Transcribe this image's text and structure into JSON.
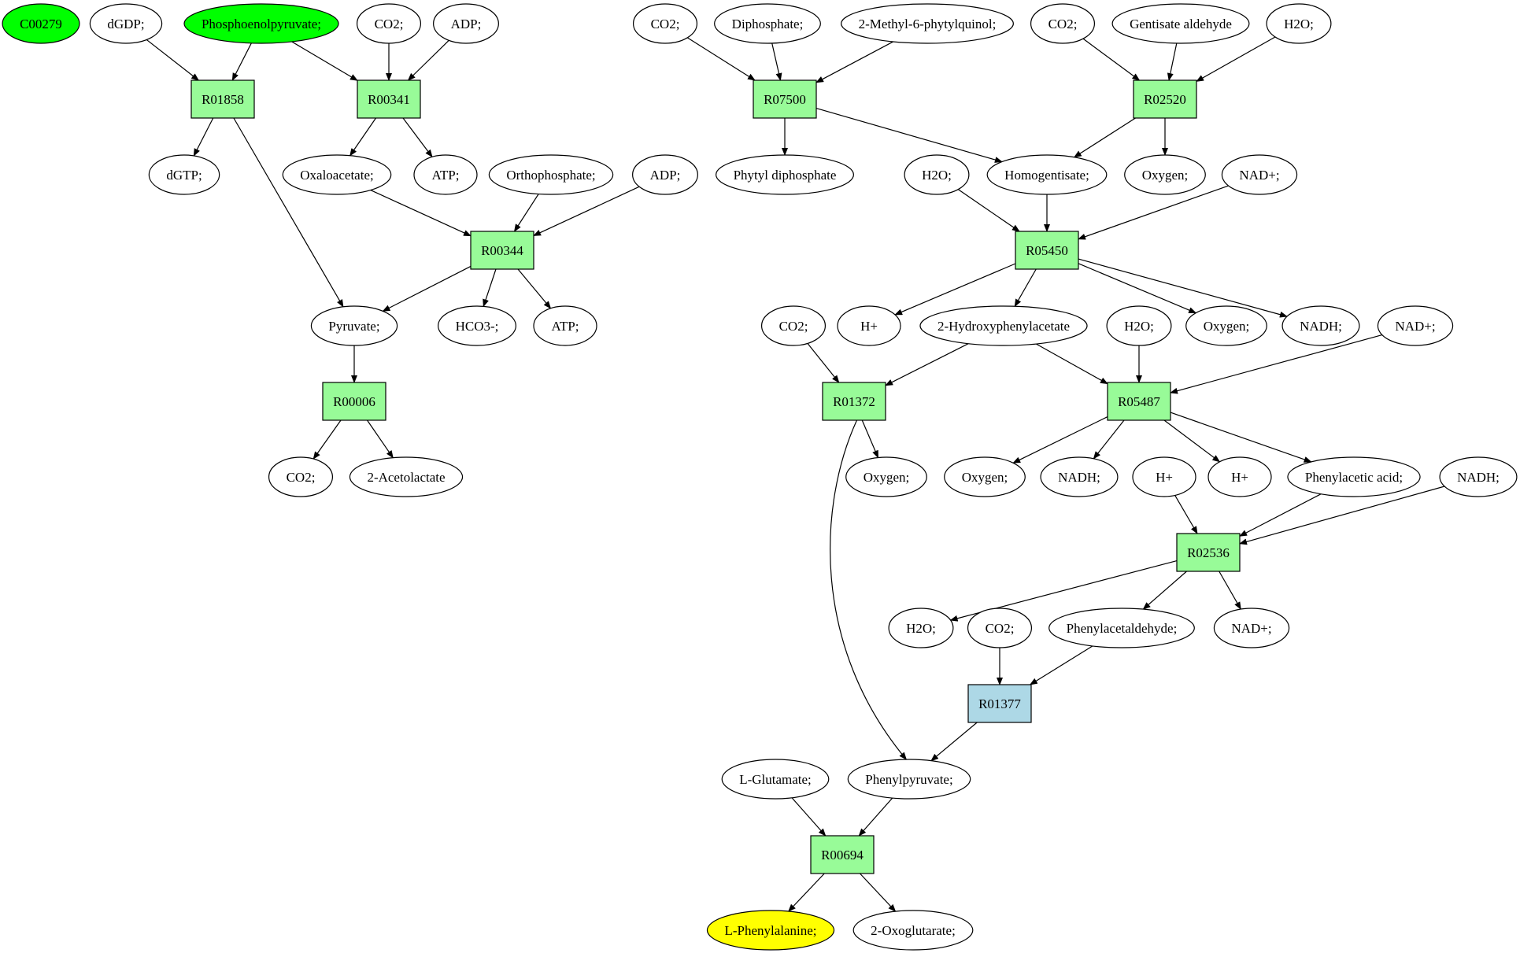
{
  "colors": {
    "reaction_default": "#98fb98",
    "reaction_highlight": "#add8e6",
    "compound_default": "#ffffff",
    "compound_start": "#00ff00",
    "compound_target": "#ffff00",
    "edge": "#000000"
  },
  "nodes": [
    {
      "id": "C00279",
      "label": "C00279",
      "kind": "compound",
      "style": "start"
    },
    {
      "id": "dgdp",
      "label": "dGDP;",
      "kind": "compound"
    },
    {
      "id": "pep",
      "label": "Phosphoenolpyruvate;",
      "kind": "compound",
      "style": "start"
    },
    {
      "id": "co2_a",
      "label": "CO2;",
      "kind": "compound"
    },
    {
      "id": "adp_a",
      "label": "ADP;",
      "kind": "compound"
    },
    {
      "id": "R01858",
      "label": "R01858",
      "kind": "reaction"
    },
    {
      "id": "R00341",
      "label": "R00341",
      "kind": "reaction"
    },
    {
      "id": "dgtp",
      "label": "dGTP;",
      "kind": "compound"
    },
    {
      "id": "oxaloacetate",
      "label": "Oxaloacetate;",
      "kind": "compound"
    },
    {
      "id": "atp_a",
      "label": "ATP;",
      "kind": "compound"
    },
    {
      "id": "orthophosphate",
      "label": "Orthophosphate;",
      "kind": "compound"
    },
    {
      "id": "adp_b",
      "label": "ADP;",
      "kind": "compound"
    },
    {
      "id": "R00344",
      "label": "R00344",
      "kind": "reaction"
    },
    {
      "id": "pyruvate",
      "label": "Pyruvate;",
      "kind": "compound"
    },
    {
      "id": "hco3",
      "label": "HCO3-;",
      "kind": "compound"
    },
    {
      "id": "atp_b",
      "label": "ATP;",
      "kind": "compound"
    },
    {
      "id": "R00006",
      "label": "R00006",
      "kind": "reaction"
    },
    {
      "id": "co2_b",
      "label": "CO2;",
      "kind": "compound"
    },
    {
      "id": "acetolactate",
      "label": "2-Acetolactate",
      "kind": "compound"
    },
    {
      "id": "co2_c",
      "label": "CO2;",
      "kind": "compound"
    },
    {
      "id": "diphosphate",
      "label": "Diphosphate;",
      "kind": "compound"
    },
    {
      "id": "methylphytyl",
      "label": "2-Methyl-6-phytylquinol;",
      "kind": "compound"
    },
    {
      "id": "R07500",
      "label": "R07500",
      "kind": "reaction"
    },
    {
      "id": "phytyldp",
      "label": "Phytyl diphosphate",
      "kind": "compound"
    },
    {
      "id": "co2_d",
      "label": "CO2;",
      "kind": "compound"
    },
    {
      "id": "gentisate",
      "label": "Gentisate aldehyde",
      "kind": "compound"
    },
    {
      "id": "h2o_a",
      "label": "H2O;",
      "kind": "compound"
    },
    {
      "id": "R02520",
      "label": "R02520",
      "kind": "reaction"
    },
    {
      "id": "h2o_b",
      "label": "H2O;",
      "kind": "compound"
    },
    {
      "id": "homogentisate",
      "label": "Homogentisate;",
      "kind": "compound"
    },
    {
      "id": "oxygen_a",
      "label": "Oxygen;",
      "kind": "compound"
    },
    {
      "id": "nadp_a",
      "label": "NAD+;",
      "kind": "compound"
    },
    {
      "id": "R05450",
      "label": "R05450",
      "kind": "reaction"
    },
    {
      "id": "co2_e",
      "label": "CO2;",
      "kind": "compound"
    },
    {
      "id": "hplus_a",
      "label": "H+",
      "kind": "compound"
    },
    {
      "id": "hpa",
      "label": "2-Hydroxyphenylacetate",
      "kind": "compound"
    },
    {
      "id": "h2o_c",
      "label": "H2O;",
      "kind": "compound"
    },
    {
      "id": "oxygen_b",
      "label": "Oxygen;",
      "kind": "compound"
    },
    {
      "id": "nadh_a",
      "label": "NADH;",
      "kind": "compound"
    },
    {
      "id": "nadp_b",
      "label": "NAD+;",
      "kind": "compound"
    },
    {
      "id": "R01372",
      "label": "R01372",
      "kind": "reaction"
    },
    {
      "id": "R05487",
      "label": "R05487",
      "kind": "reaction"
    },
    {
      "id": "oxygen_c",
      "label": "Oxygen;",
      "kind": "compound"
    },
    {
      "id": "oxygen_d",
      "label": "Oxygen;",
      "kind": "compound"
    },
    {
      "id": "nadh_b",
      "label": "NADH;",
      "kind": "compound"
    },
    {
      "id": "hplus_b",
      "label": "H+",
      "kind": "compound"
    },
    {
      "id": "hplus_c",
      "label": "H+",
      "kind": "compound"
    },
    {
      "id": "phenylacetic",
      "label": "Phenylacetic acid;",
      "kind": "compound"
    },
    {
      "id": "nadh_c",
      "label": "NADH;",
      "kind": "compound"
    },
    {
      "id": "R02536",
      "label": "R02536",
      "kind": "reaction"
    },
    {
      "id": "h2o_d",
      "label": "H2O;",
      "kind": "compound"
    },
    {
      "id": "co2_f",
      "label": "CO2;",
      "kind": "compound"
    },
    {
      "id": "phenylacetaldehyde",
      "label": "Phenylacetaldehyde;",
      "kind": "compound"
    },
    {
      "id": "nadp_c",
      "label": "NAD+;",
      "kind": "compound"
    },
    {
      "id": "R01377",
      "label": "R01377",
      "kind": "reaction",
      "style": "highlight"
    },
    {
      "id": "glutamate",
      "label": "L-Glutamate;",
      "kind": "compound"
    },
    {
      "id": "phenylpyruvate",
      "label": "Phenylpyruvate;",
      "kind": "compound"
    },
    {
      "id": "R00694",
      "label": "R00694",
      "kind": "reaction"
    },
    {
      "id": "phenylalanine",
      "label": "L-Phenylalanine;",
      "kind": "compound",
      "style": "target"
    },
    {
      "id": "oxoglutarate",
      "label": "2-Oxoglutarate;",
      "kind": "compound"
    }
  ],
  "edges": [
    [
      "dgdp",
      "R01858"
    ],
    [
      "pep",
      "R01858"
    ],
    [
      "pep",
      "R00341"
    ],
    [
      "co2_a",
      "R00341"
    ],
    [
      "adp_a",
      "R00341"
    ],
    [
      "R01858",
      "dgtp"
    ],
    [
      "R01858",
      "pyruvate"
    ],
    [
      "R00341",
      "oxaloacetate"
    ],
    [
      "R00341",
      "atp_a"
    ],
    [
      "oxaloacetate",
      "R00344"
    ],
    [
      "orthophosphate",
      "R00344"
    ],
    [
      "adp_b",
      "R00344"
    ],
    [
      "R00344",
      "pyruvate"
    ],
    [
      "R00344",
      "hco3"
    ],
    [
      "R00344",
      "atp_b"
    ],
    [
      "pyruvate",
      "R00006"
    ],
    [
      "R00006",
      "co2_b"
    ],
    [
      "R00006",
      "acetolactate"
    ],
    [
      "co2_c",
      "R07500"
    ],
    [
      "diphosphate",
      "R07500"
    ],
    [
      "methylphytyl",
      "R07500"
    ],
    [
      "R07500",
      "phytyldp"
    ],
    [
      "R07500",
      "homogentisate"
    ],
    [
      "co2_d",
      "R02520"
    ],
    [
      "gentisate",
      "R02520"
    ],
    [
      "h2o_a",
      "R02520"
    ],
    [
      "R02520",
      "homogentisate"
    ],
    [
      "R02520",
      "oxygen_a"
    ],
    [
      "h2o_b",
      "R05450"
    ],
    [
      "homogentisate",
      "R05450"
    ],
    [
      "nadp_a",
      "R05450"
    ],
    [
      "R05450",
      "hplus_a"
    ],
    [
      "R05450",
      "hpa"
    ],
    [
      "R05450",
      "oxygen_b"
    ],
    [
      "R05450",
      "nadh_a"
    ],
    [
      "co2_e",
      "R01372"
    ],
    [
      "hpa",
      "R01372"
    ],
    [
      "hpa",
      "R05487"
    ],
    [
      "h2o_c",
      "R05487"
    ],
    [
      "nadp_b",
      "R05487"
    ],
    [
      "R01372",
      "oxygen_c"
    ],
    [
      "R01372",
      "phenylpyruvate"
    ],
    [
      "R05487",
      "oxygen_d"
    ],
    [
      "R05487",
      "nadh_b"
    ],
    [
      "R05487",
      "hplus_c"
    ],
    [
      "R05487",
      "phenylacetic"
    ],
    [
      "hplus_b",
      "R02536"
    ],
    [
      "phenylacetic",
      "R02536"
    ],
    [
      "nadh_c",
      "R02536"
    ],
    [
      "R02536",
      "h2o_d"
    ],
    [
      "R02536",
      "phenylacetaldehyde"
    ],
    [
      "R02536",
      "nadp_c"
    ],
    [
      "co2_f",
      "R01377"
    ],
    [
      "phenylacetaldehyde",
      "R01377"
    ],
    [
      "R01377",
      "phenylpyruvate"
    ],
    [
      "glutamate",
      "R00694"
    ],
    [
      "phenylpyruvate",
      "R00694"
    ],
    [
      "R00694",
      "phenylalanine"
    ],
    [
      "R00694",
      "oxoglutarate"
    ]
  ]
}
